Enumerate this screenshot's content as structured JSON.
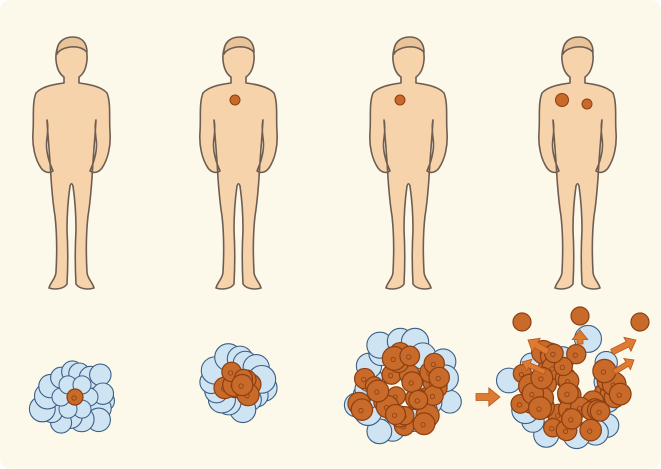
{
  "colors": {
    "background": "#fcf8ea",
    "skin": "#f7d3ab",
    "outline": "#6e5e52",
    "tumor": "#c76a2a",
    "tumor_dark": "#8c3f12",
    "healthy_cell": "#cfe4f2",
    "healthy_outline": "#3b5f86",
    "arrow": "#df7a33"
  },
  "stages": [
    {
      "tumor_spots": 0,
      "tumor_cells": 1,
      "healthy_cells": 16
    },
    {
      "tumor_spots": 1,
      "tumor_cells": 9,
      "healthy_cells": 14
    },
    {
      "tumor_spots": 1,
      "tumor_cells": 30,
      "healthy_cells": 22
    },
    {
      "tumor_spots": 2,
      "tumor_cells": 44,
      "healthy_cells": 14,
      "metastasis": true,
      "escaping_cells": 5
    }
  ],
  "icons": [
    "human-figure-icon",
    "cell-cluster-icon",
    "stage-arrow-icon",
    "escape-arrow-icon"
  ]
}
